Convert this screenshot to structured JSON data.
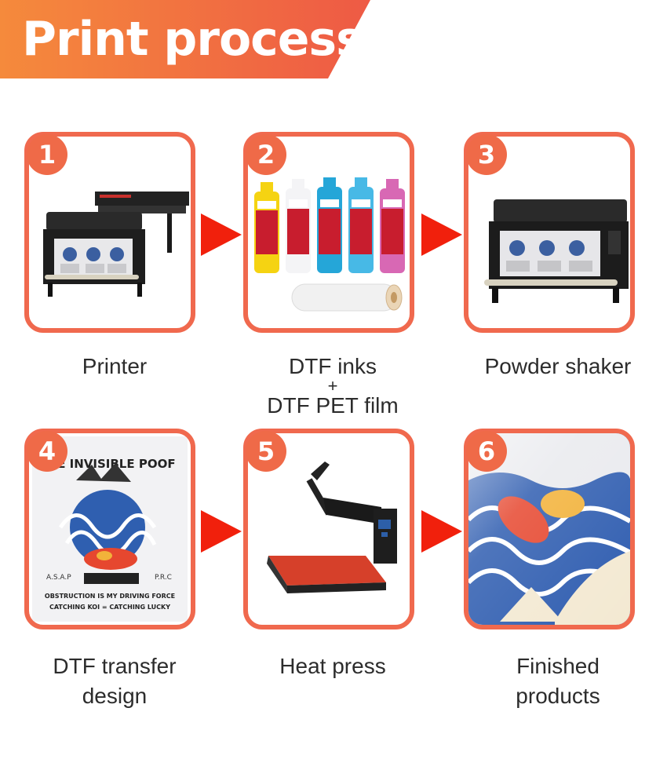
{
  "header": {
    "title": "Print process"
  },
  "colors": {
    "accent": "#f0694e",
    "arrow": "#f1200c",
    "banner_start": "#f07a3e",
    "banner_end": "#ee5a45"
  },
  "steps": [
    {
      "number": "1",
      "label_lines": [
        "Printer"
      ],
      "icon": "dtf-printer-icon"
    },
    {
      "number": "2",
      "label_lines": [
        "DTF inks",
        "+",
        "DTF PET film"
      ],
      "icon": "ink-bottles-icon"
    },
    {
      "number": "3",
      "label_lines": [
        "Powder shaker"
      ],
      "icon": "powder-shaker-icon"
    },
    {
      "number": "4",
      "label_lines": [
        "DTF transfer",
        "design"
      ],
      "icon": "transfer-design-icon"
    },
    {
      "number": "5",
      "label_lines": [
        "Heat press"
      ],
      "icon": "heat-press-icon"
    },
    {
      "number": "6",
      "label_lines": [
        "Finished",
        "products"
      ],
      "icon": "finished-product-icon"
    }
  ],
  "artwork_text": {
    "design_title": "THE INVISIBLE POOF",
    "design_left": "A.S.A.P",
    "design_right": "P.R.C",
    "design_line1": "OBSTRUCTION IS MY DRIVING FORCE",
    "design_line2": "CATCHING KOI = CATCHING LUCKY"
  }
}
